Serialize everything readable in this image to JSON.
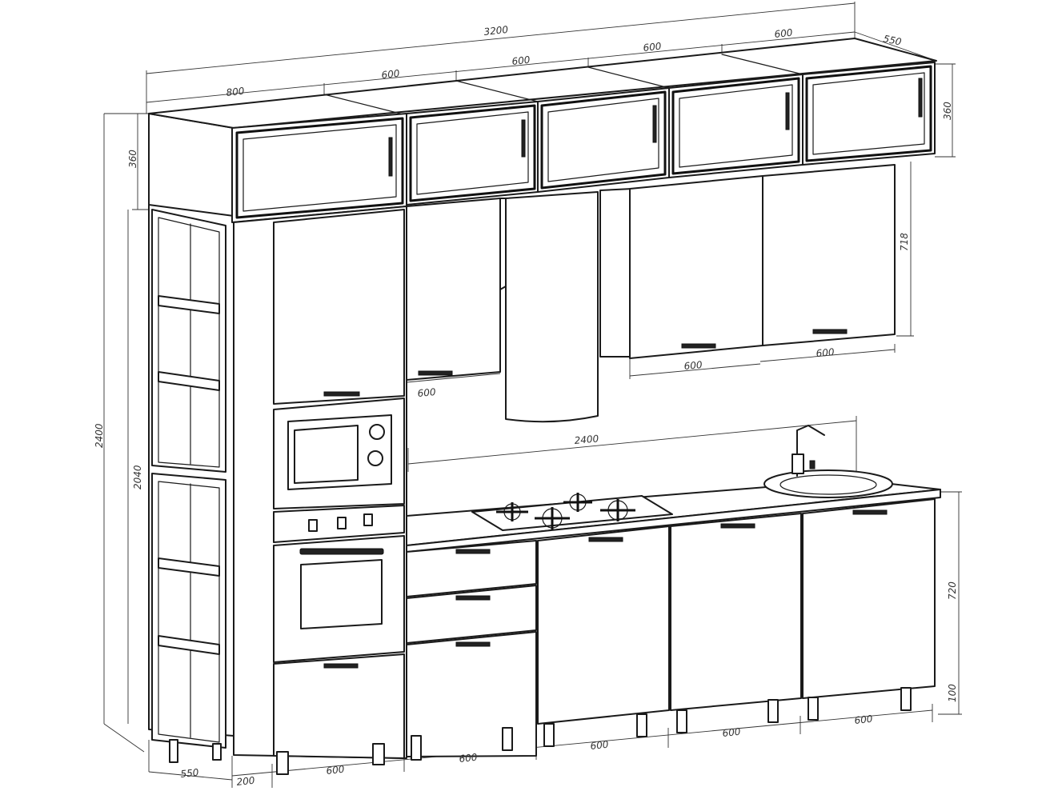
{
  "drawing": {
    "colors": {
      "stroke": "#1a1a1a",
      "background": "#ffffff"
    },
    "dimensions": {
      "total_width": "3200",
      "top_seg_800": "800",
      "top_seg_600_a": "600",
      "top_seg_600_b": "600",
      "top_seg_600_c": "600",
      "top_seg_600_d": "600",
      "depth_top": "550",
      "mezz_height_left": "360",
      "mezz_height_right": "360",
      "total_height": "2400",
      "column_height": "2040",
      "wall_cab_height": "718",
      "counter_length": "2400",
      "base_height": "720",
      "plinth_height": "100",
      "wall_600_a": "600",
      "wall_600_b": "600",
      "wall_600_c": "600",
      "bottom_depth": "550",
      "bottom_200": "200",
      "bottom_600_a": "600",
      "bottom_600_b": "600",
      "bottom_600_c": "600",
      "bottom_600_d": "600",
      "bottom_600_e": "600"
    }
  }
}
